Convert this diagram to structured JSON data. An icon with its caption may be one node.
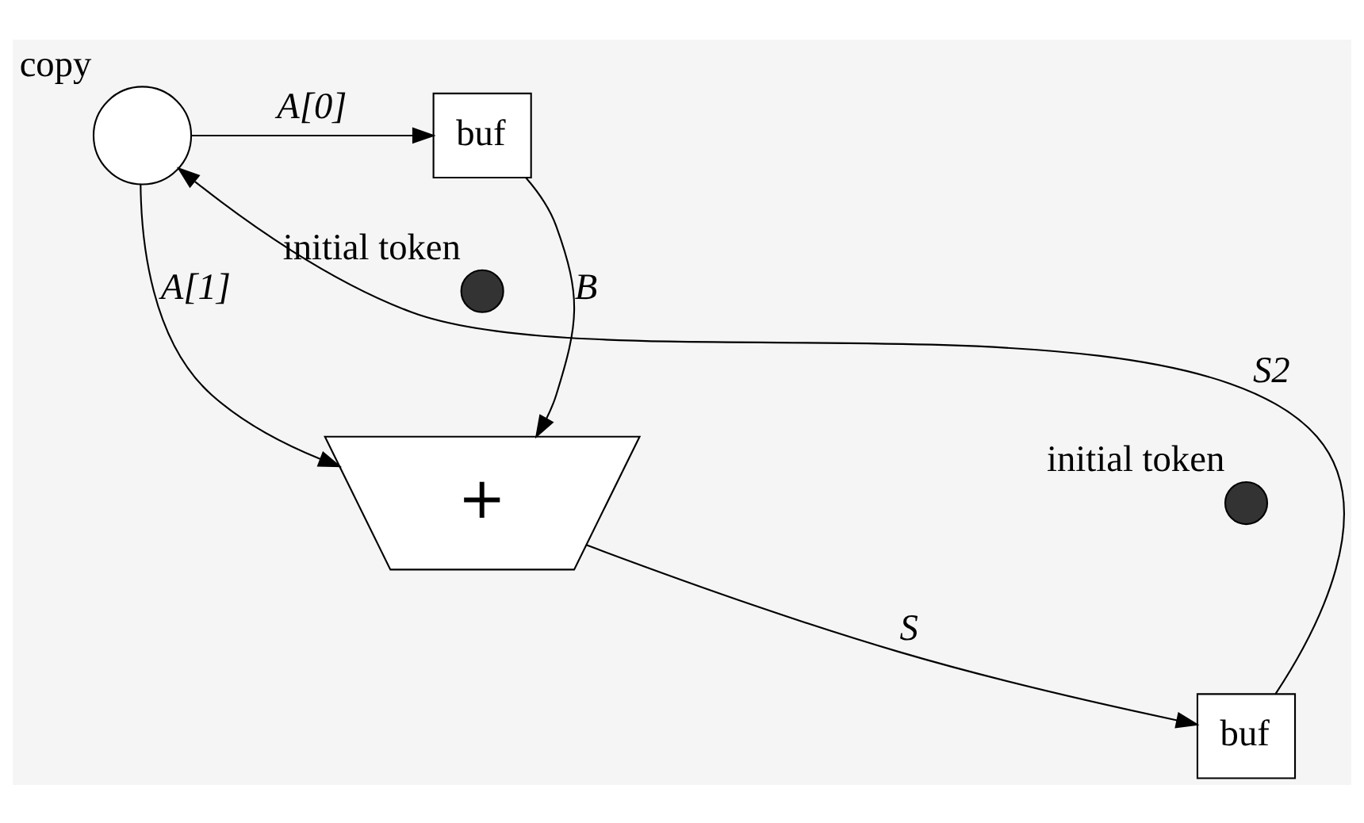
{
  "diagram": {
    "nodes": [
      {
        "text": [
          "copy"
        ]
      },
      {
        "text": [
          "buf"
        ]
      },
      {
        "text": [],
        "shape": "circle",
        "beside": [
          "initial token"
        ]
      },
      {
        "text": [
          "+"
        ]
      },
      {
        "text": [
          "buf"
        ]
      },
      {
        "text": [],
        "shape": "circle",
        "beside": [
          "initial token"
        ]
      }
    ],
    "edges": [
      {
        "from": 0,
        "to": 1,
        "arrow": "to",
        "label": "A[0]"
      },
      {
        "from": 0,
        "to": 3,
        "arrow": "to",
        "label": "A[1]"
      },
      {
        "from": 1,
        "to": 3,
        "arrow": "to",
        "label": "B"
      },
      {
        "from": 3,
        "to": 4,
        "arrow": "to",
        "label": "S"
      },
      {
        "from": 4,
        "to": 0,
        "arrow": "to",
        "label": "S2"
      }
    ]
  }
}
